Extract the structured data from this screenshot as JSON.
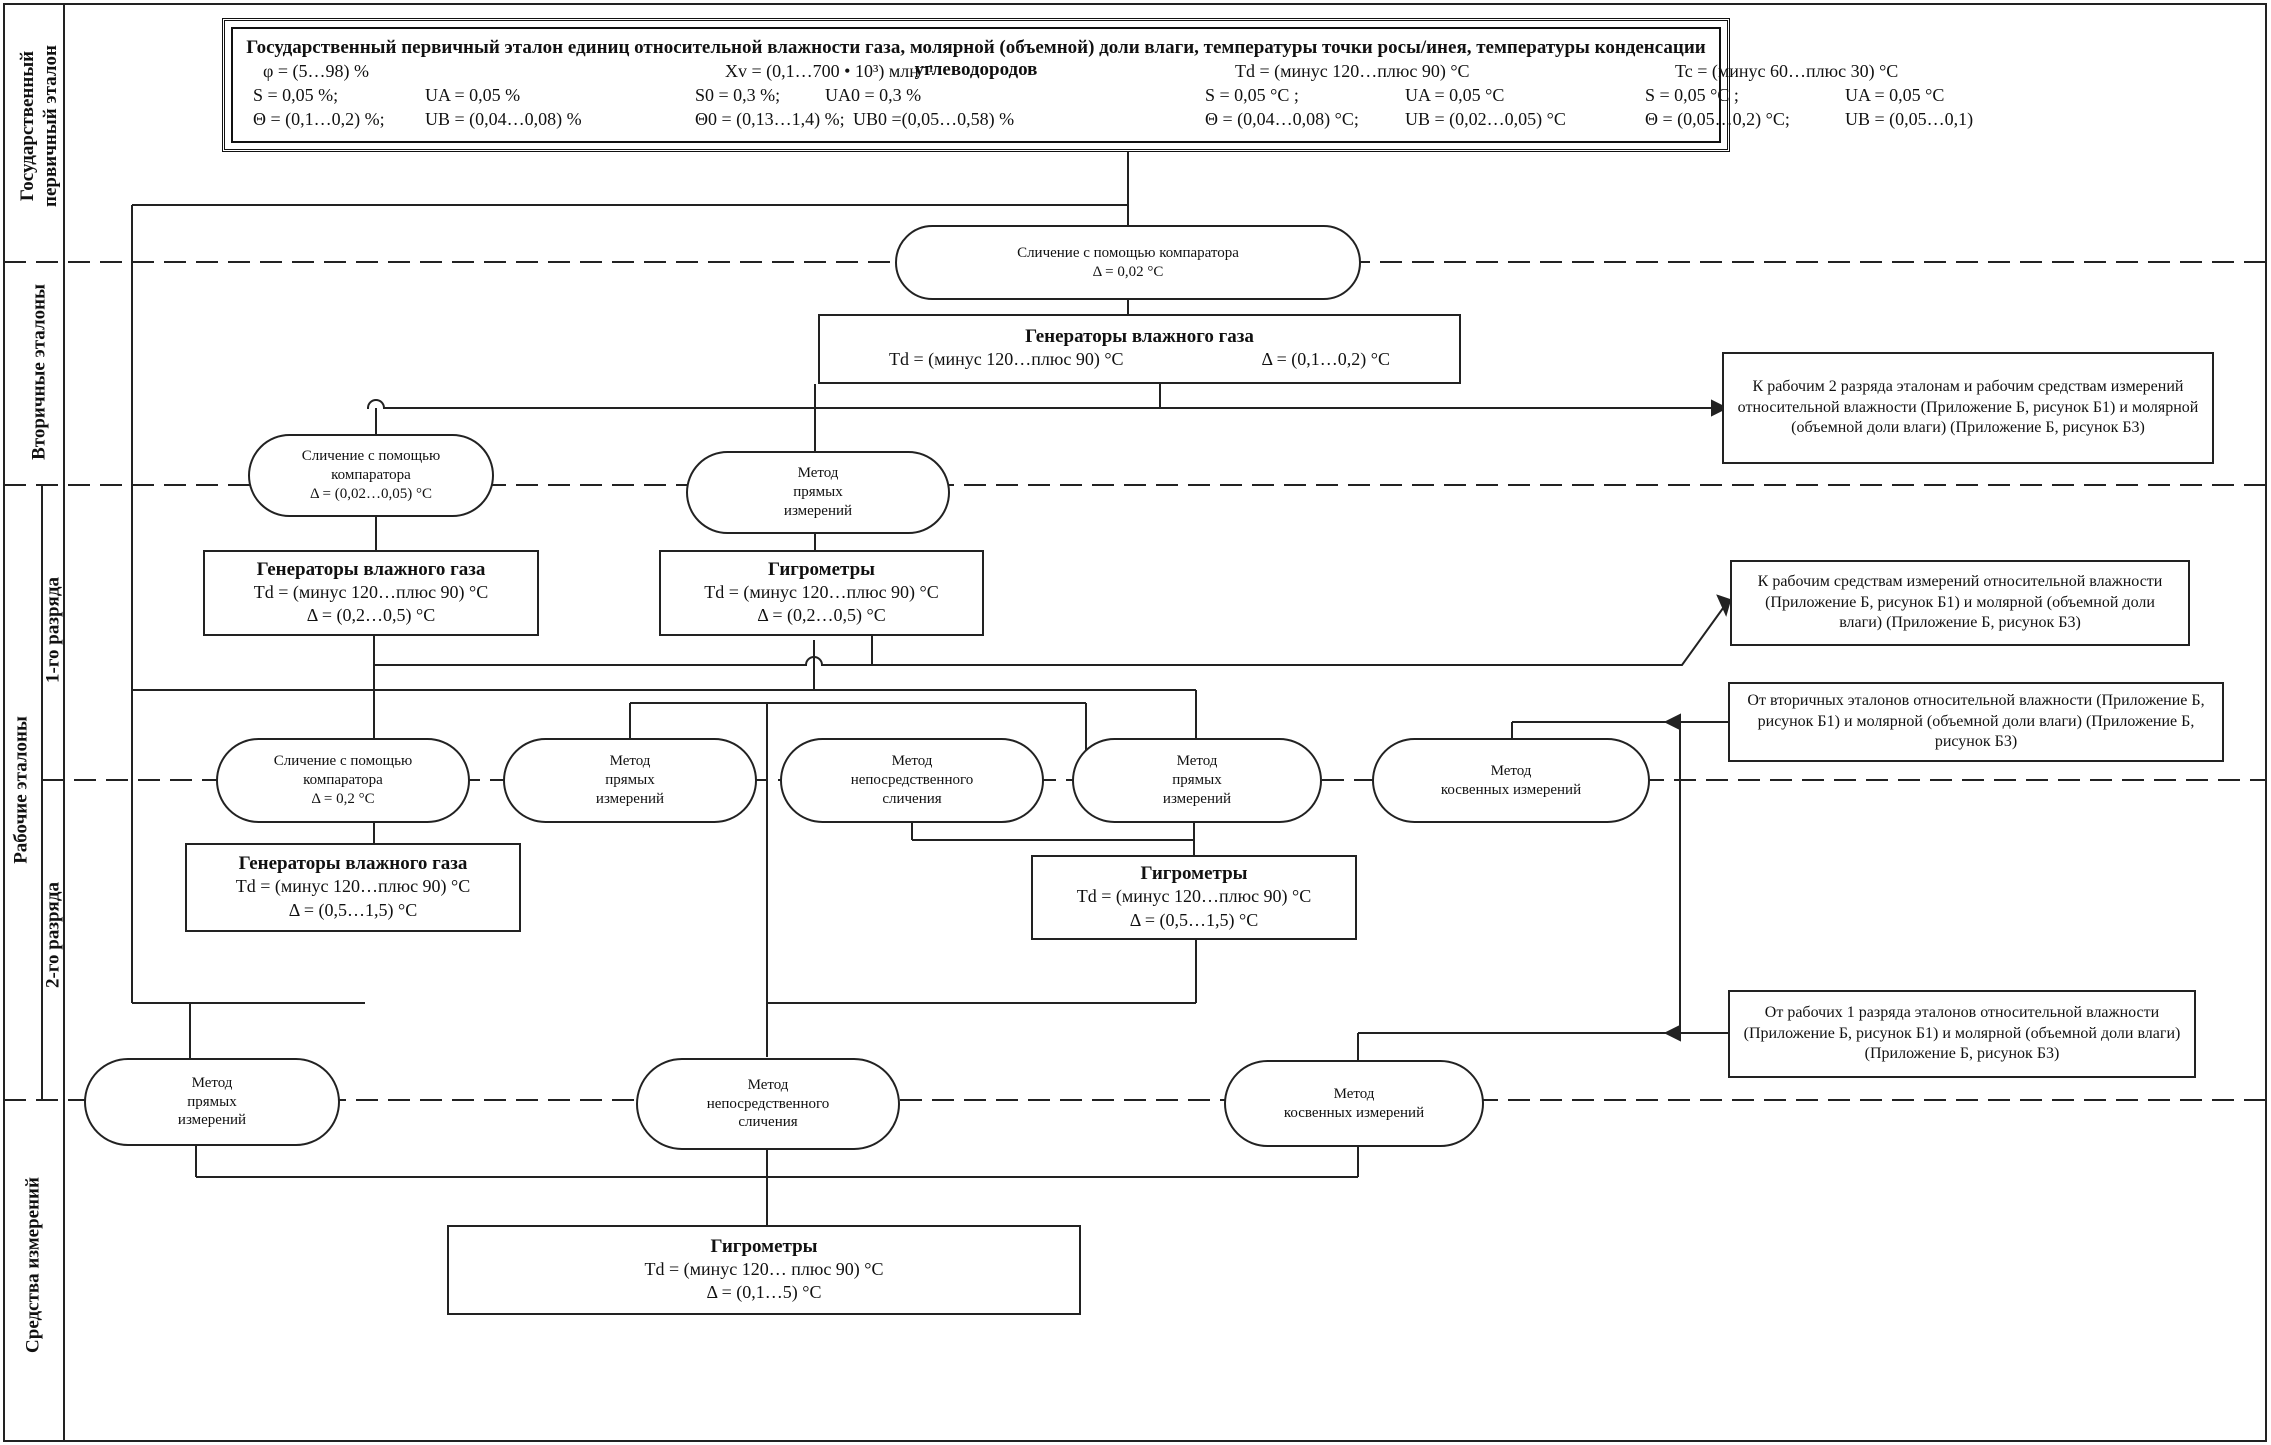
{
  "bands": {
    "state": "Государственный первичный эталон",
    "secondary": "Вторичные эталоны",
    "working": "Рабочие эталоны",
    "first_rank": "1-го разряда",
    "second_rank": "2-го разряда",
    "instruments": "Средства измерений"
  },
  "primary": {
    "title": "Государственный первичный эталон единиц относительной влажности газа, молярной (объемной) доли влаги, температуры точки росы/инея, температуры конденсации углеводородов",
    "col1": {
      "range": "φ = (5…98) %",
      "s": "S = 0,05 %;",
      "ua": "UA = 0,05 %",
      "theta": "Θ = (0,1…0,2) %;",
      "ub": "UB = (0,04…0,08) %"
    },
    "col2": {
      "range": "Xv = (0,1…700 • 10³) млн⁻¹",
      "s": "S0 = 0,3 %;",
      "ua": "UA0 = 0,3 %",
      "theta": "Θ0 = (0,13…1,4) %;",
      "ub": "UB0 =(0,05…0,58) %"
    },
    "col3": {
      "range": "Td = (минус 120…плюс 90) °C",
      "s": "S = 0,05 °C ;",
      "ua": "UA = 0,05 °C",
      "theta": "Θ = (0,04…0,08) °C;",
      "ub": "UB = (0,02…0,05) °C"
    },
    "col4": {
      "range": "Tc = (минус 60…плюс 30) °C",
      "s": "S = 0,05 °C ;",
      "ua": "UA = 0,05 °C",
      "theta": "Θ = (0,05…0,2) °C;",
      "ub": "UB = (0,05…0,1)"
    }
  },
  "nodes": {
    "cmp_top": {
      "l1": "Сличение с помощью компаратора",
      "l2": "Δ = 0,02 °C"
    },
    "gen_sec": {
      "title": "Генераторы влажного газа",
      "range": "Td = (минус 120…плюс 90) °C",
      "delta": "Δ = (0,1…0,2) °C"
    },
    "note_sec": "К рабочим 2 разряда эталонам и рабочим средствам измерений относительной влажности (Приложение Б, рисунок Б1) и молярной (объемной доли влаги) (Приложение Б, рисунок Б3)",
    "cmp_1": {
      "l1": "Сличение с помощью",
      "l2": "компаратора",
      "l3": "Δ = (0,02…0,05) °C"
    },
    "direct_1": {
      "l1": "Метод",
      "l2": "прямых",
      "l3": "измерений"
    },
    "gen_1": {
      "title": "Генераторы влажного газа",
      "range": "Td = (минус 120…плюс 90) °C",
      "delta": "Δ = (0,2…0,5) °C"
    },
    "hyg_1": {
      "title": "Гигрометры",
      "range": "Td = (минус 120…плюс 90) °C",
      "delta": "Δ = (0,2…0,5) °C"
    },
    "note_1": "К рабочим средствам измерений относительной влажности (Приложение Б, рисунок Б1) и молярной (объемной доли влаги) (Приложение Б, рисунок Б3)",
    "note_from_sec": "От вторичных эталонов относительной влажности (Приложение Б, рисунок Б1) и молярной (объемной доли влаги) (Приложение Б, рисунок Б3)",
    "cmp_2": {
      "l1": "Сличение с помощью",
      "l2": "компаратора",
      "l3": "Δ = 0,2 °C"
    },
    "direct_2a": {
      "l1": "Метод",
      "l2": "прямых",
      "l3": "измерений"
    },
    "comp_2": {
      "l1": "Метод",
      "l2": "непосредственного",
      "l3": "сличения"
    },
    "direct_2b": {
      "l1": "Метод",
      "l2": "прямых",
      "l3": "измерений"
    },
    "indirect_2": {
      "l1": "Метод",
      "l2": "косвенных измерений"
    },
    "gen_2": {
      "title": "Генераторы влажного газа",
      "range": "Td = (минус 120…плюс 90) °C",
      "delta": "Δ = (0,5…1,5) °C"
    },
    "hyg_2": {
      "title": "Гигрометры",
      "range": "Td = (минус 120…плюс 90) °C",
      "delta": "Δ = (0,5…1,5) °C"
    },
    "note_from_1": "От рабочих 1 разряда эталонов относительной влажности (Приложение Б, рисунок Б1) и молярной (объемной доли влаги) (Приложение Б, рисунок Б3)",
    "direct_3": {
      "l1": "Метод",
      "l2": "прямых",
      "l3": "измерений"
    },
    "comp_3": {
      "l1": "Метод",
      "l2": "непосредственного",
      "l3": "сличения"
    },
    "indirect_3": {
      "l1": "Метод",
      "l2": "косвенных измерений"
    },
    "hyg_si": {
      "title": "Гигрометры",
      "range": "Td = (минус 120… плюс 90) °C",
      "delta": "Δ = (0,1…5) °C"
    }
  }
}
